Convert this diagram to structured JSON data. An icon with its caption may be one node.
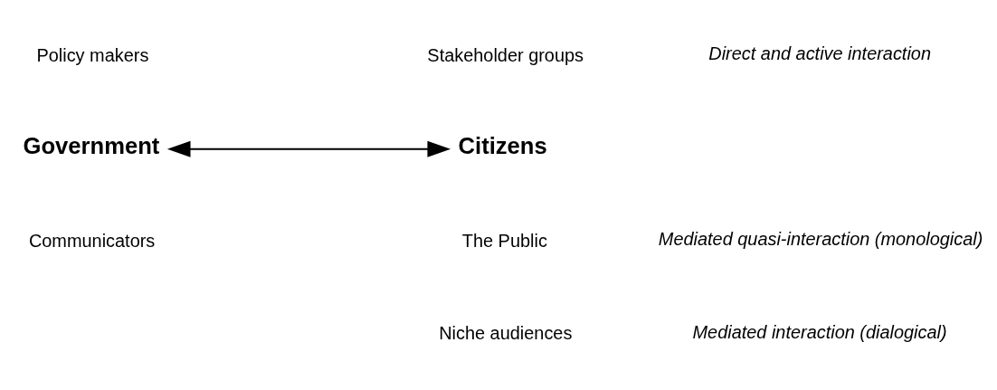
{
  "diagram": {
    "nodes": [
      {
        "text": [
          "Government"
        ]
      },
      {
        "text": [
          "Citizens"
        ]
      }
    ],
    "edges": [
      {
        "from": 0,
        "to": 1,
        "arrow": "both"
      }
    ],
    "labels": [
      "Policy makers",
      "Direct and active interaction",
      "Stakeholder groups",
      "Communicators",
      "Mediated quasi-interaction (monological)",
      "The Public",
      "Mediated interaction (dialogical)",
      "Niche audiences"
    ]
  }
}
